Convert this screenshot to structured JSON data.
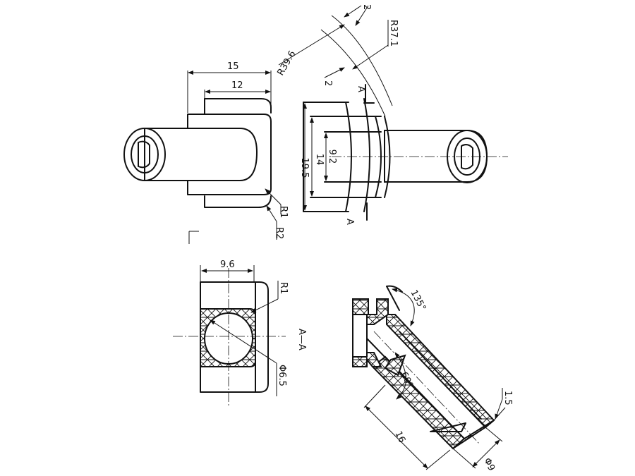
{
  "top_left_view": {
    "dim_overall": "15",
    "dim_inner": "12",
    "radius_small": "R1",
    "radius_large": "R2"
  },
  "top_right_view": {
    "dim_thickness_top": "2",
    "radius_inner": "R37.1",
    "radius_outer": "R39.6",
    "dim_thickness_left": "2",
    "dim_height_outer": "19.5",
    "dim_height_mid": "14",
    "dim_height_inner": "9.2",
    "section_mark_top": "A",
    "section_mark_bottom": "A"
  },
  "section_view": {
    "dim_width": "9.6",
    "radius": "R1",
    "hole_diameter": "Φ6.5",
    "section_label": "A—A"
  },
  "angled_view": {
    "angle_top": "135°",
    "angle_inner": "60°",
    "dim_wall": "1.5",
    "dim_length": "16",
    "dim_diameter": "Φ9"
  }
}
